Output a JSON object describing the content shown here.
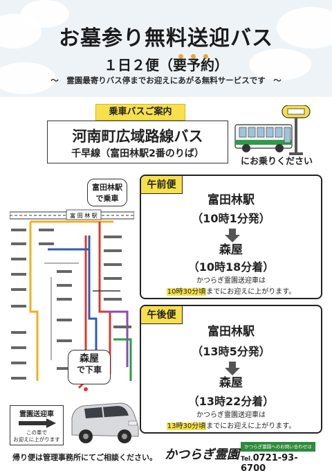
{
  "header": {
    "title": "お墓参り無料送迎バス",
    "subtitle": "１日２便（要予約）",
    "tagline": "～　霊園最寄りバス停までお迎えにあがる無料サービスです　～"
  },
  "bus_info": {
    "label": "乗車バスご案内",
    "route_name": "河南町広域路線バス",
    "route_sub": "千早線（富田林駅2番のりば）",
    "please_ride": "にお乗りください"
  },
  "map": {
    "board_callout_line1": "富田林駅",
    "board_callout_line2": "で乗車",
    "alight_callout_line1": "森屋",
    "alight_callout_line2": "で下車",
    "station_sign": "富 田 林 駅"
  },
  "morning": {
    "label": "午前便",
    "from_station": "富田林駅",
    "from_time": "（10時1分発）",
    "to_station": "森屋",
    "to_time": "（10時18分着）",
    "note1": "かつらぎ霊園送迎車は",
    "note2_highlight": "10時30分頃",
    "note2_rest": "までにお迎えに上がります。"
  },
  "afternoon": {
    "label": "午後便",
    "from_station": "富田林駅",
    "from_time": "（13時5分発）",
    "to_station": "森屋",
    "to_time": "（13時22分着）",
    "note1": "かつらぎ霊園送迎車は",
    "note2_highlight": "13時30分頃",
    "note2_rest": "までにお迎えに上がります。"
  },
  "shuttle": {
    "title": "霊園送迎車",
    "note1": "この車で",
    "note2": "お迎えに上がります"
  },
  "footer": {
    "return_note": "帰り便は管理事務所にてご相談ください。",
    "brand": "かつらぎ霊園",
    "contact_label": "かつらぎ霊園へのお問い合わせは",
    "tel_prefix": "Tel.",
    "tel": "0721-93-6700"
  },
  "colors": {
    "yellow": "#f6e04b",
    "green": "#2f8a3c",
    "route_red": "#d83a2e",
    "route_blue": "#2f5bb8",
    "route_yellow": "#f0b020",
    "route_purple": "#8a4ab3",
    "route_green": "#2f9a48"
  }
}
